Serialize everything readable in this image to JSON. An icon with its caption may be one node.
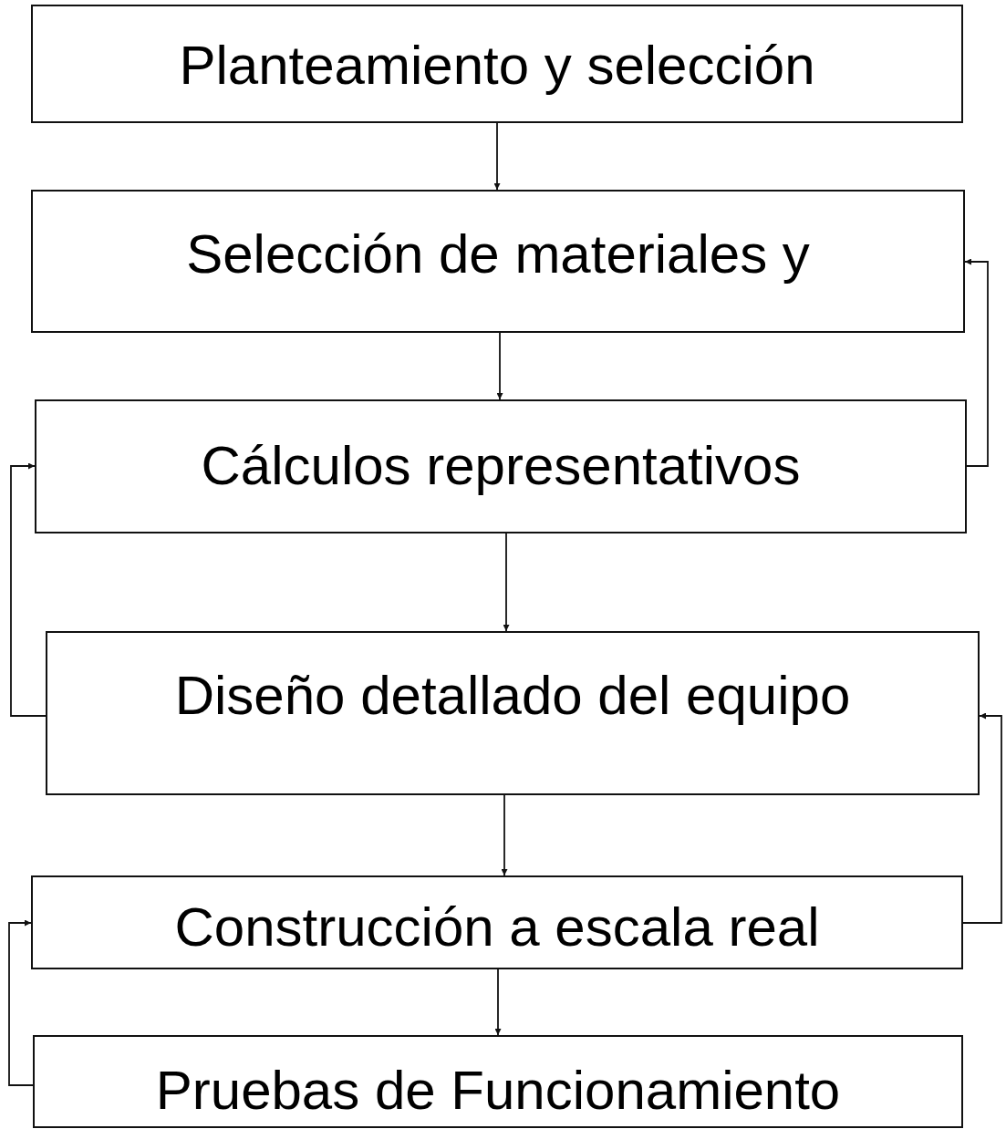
{
  "diagram": {
    "nodes": [
      {
        "text": [
          "Planteamiento y selección"
        ]
      },
      {
        "text": [
          "Selección de materiales y"
        ]
      },
      {
        "text": [
          "Cálculos representativos"
        ]
      },
      {
        "text": [
          "Diseño detallado del equipo"
        ]
      },
      {
        "text": [
          "Construcción a escala real"
        ]
      },
      {
        "text": [
          "Pruebas de Funcionamiento"
        ]
      }
    ],
    "edges": [
      {
        "from": 0,
        "to": 1,
        "arrow": "to"
      },
      {
        "from": 1,
        "to": 2,
        "arrow": "to"
      },
      {
        "from": 2,
        "to": 1,
        "arrow": "to"
      },
      {
        "from": 2,
        "to": 3,
        "arrow": "to"
      },
      {
        "from": 3,
        "to": 2,
        "arrow": "to"
      },
      {
        "from": 3,
        "to": 4,
        "arrow": "to"
      },
      {
        "from": 4,
        "to": 3,
        "arrow": "to"
      },
      {
        "from": 4,
        "to": 5,
        "arrow": "to"
      },
      {
        "from": 5,
        "to": 4,
        "arrow": "to"
      }
    ]
  }
}
